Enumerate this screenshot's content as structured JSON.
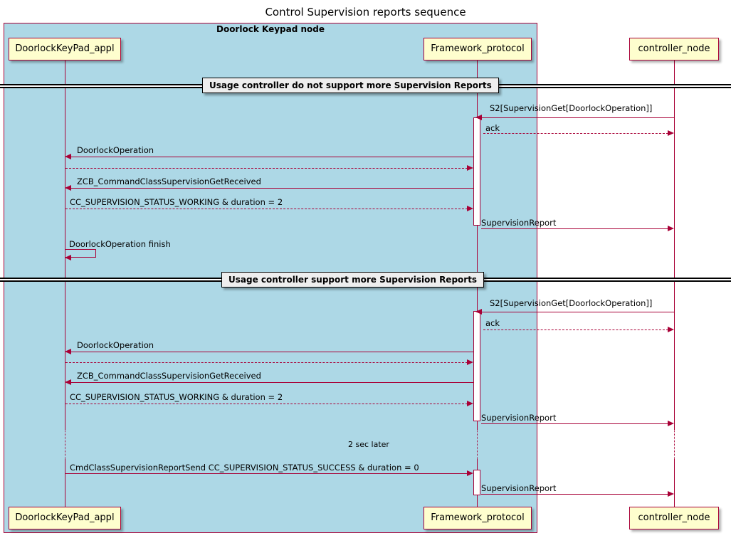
{
  "diagram": {
    "title": "Control Supervision reports sequence",
    "type": "sequence-diagram",
    "colors": {
      "group_background": "#ADD8E6",
      "participant_fill": "#FEFECE",
      "line": "#A80036",
      "divider_fill": "#EEEEEE"
    }
  },
  "group": {
    "label": "Doorlock Keypad node"
  },
  "participants": [
    {
      "id": "appl",
      "label": "DoorlockKeyPad_appl",
      "in_group": true
    },
    {
      "id": "fw",
      "label": "Framework_protocol",
      "in_group": true
    },
    {
      "id": "ctrl",
      "label": "controller_node",
      "in_group": false
    }
  ],
  "dividers": [
    {
      "label": "Usage controller do not support more Supervision Reports"
    },
    {
      "label": "Usage controller support more Supervision Reports"
    }
  ],
  "messages": [
    {
      "id": "m1",
      "label": "S2[SupervisionGet[DoorlockOperation]]",
      "from": "ctrl",
      "to": "fw",
      "style": "solid",
      "section": 1
    },
    {
      "id": "m2",
      "label": "ack",
      "from": "fw",
      "to": "ctrl",
      "style": "dashed",
      "section": 1
    },
    {
      "id": "m3",
      "label": "DoorlockOperation",
      "from": "fw",
      "to": "appl",
      "style": "solid",
      "section": 1
    },
    {
      "id": "m4",
      "label": "",
      "from": "appl",
      "to": "fw",
      "style": "dashed",
      "section": 1
    },
    {
      "id": "m5",
      "label": "ZCB_CommandClassSupervisionGetReceived",
      "from": "fw",
      "to": "appl",
      "style": "solid",
      "section": 1
    },
    {
      "id": "m6",
      "label": "CC_SUPERVISION_STATUS_WORKING & duration = 2",
      "from": "appl",
      "to": "fw",
      "style": "dashed",
      "section": 1
    },
    {
      "id": "m7",
      "label": "SupervisionReport",
      "from": "fw",
      "to": "ctrl",
      "style": "solid",
      "section": 1
    },
    {
      "id": "m8",
      "label": "DoorlockOperation finish",
      "from": "appl",
      "to": "appl",
      "style": "self",
      "section": 1
    },
    {
      "id": "m9",
      "label": "S2[SupervisionGet[DoorlockOperation]]",
      "from": "ctrl",
      "to": "fw",
      "style": "solid",
      "section": 2
    },
    {
      "id": "m10",
      "label": "ack",
      "from": "fw",
      "to": "ctrl",
      "style": "dashed",
      "section": 2
    },
    {
      "id": "m11",
      "label": "DoorlockOperation",
      "from": "fw",
      "to": "appl",
      "style": "solid",
      "section": 2
    },
    {
      "id": "m12",
      "label": "",
      "from": "appl",
      "to": "fw",
      "style": "dashed",
      "section": 2
    },
    {
      "id": "m13",
      "label": "ZCB_CommandClassSupervisionGetReceived",
      "from": "fw",
      "to": "appl",
      "style": "solid",
      "section": 2
    },
    {
      "id": "m14",
      "label": "CC_SUPERVISION_STATUS_WORKING & duration = 2",
      "from": "appl",
      "to": "fw",
      "style": "dashed",
      "section": 2
    },
    {
      "id": "m15",
      "label": "SupervisionReport",
      "from": "fw",
      "to": "ctrl",
      "style": "solid",
      "section": 2
    },
    {
      "id": "m16",
      "label": "CmdClassSupervisionReportSend CC_SUPERVISION_STATUS_SUCCESS & duration = 0",
      "from": "appl",
      "to": "fw",
      "style": "solid",
      "section": 2
    },
    {
      "id": "m17",
      "label": "SupervisionReport",
      "from": "fw",
      "to": "ctrl",
      "style": "solid",
      "section": 2
    }
  ],
  "delay": {
    "label": "2 sec later"
  }
}
